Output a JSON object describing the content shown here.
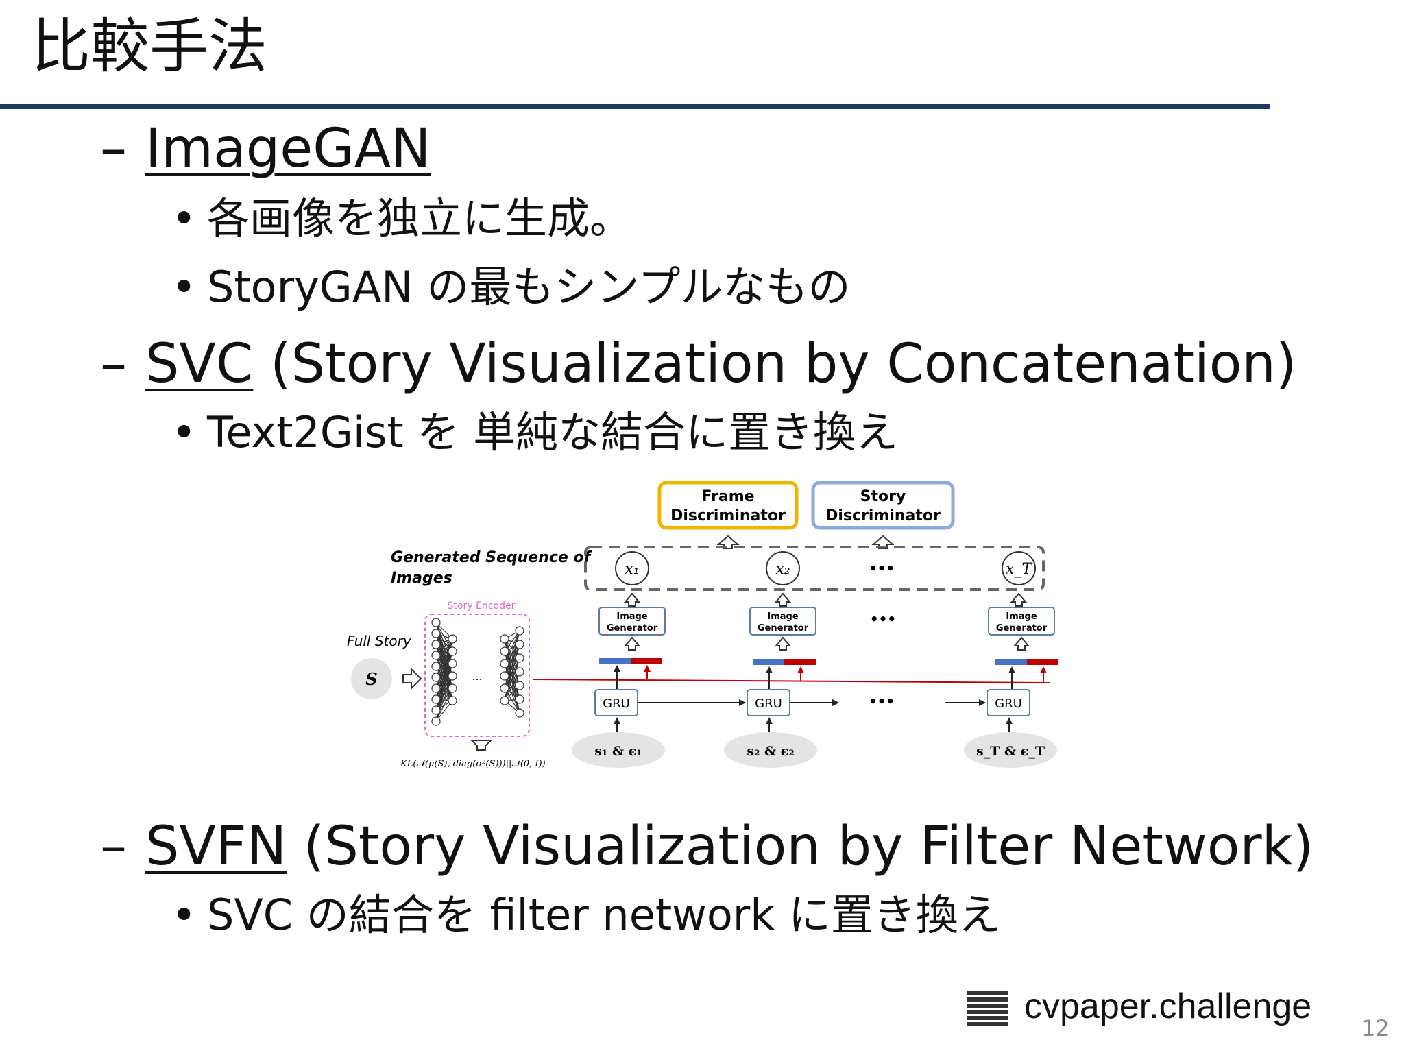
{
  "slide": {
    "title": "比較手法",
    "page_number": "12",
    "brand": "cvpaper.challenge"
  },
  "items": [
    {
      "dash": "–",
      "name": "ImageGAN",
      "rest": "",
      "bullets": [
        "各画像を独立に生成。",
        "StoryGAN の最もシンプルなもの"
      ]
    },
    {
      "dash": "–",
      "name": "SVC",
      "rest": " (Story Visualization by Concatenation)",
      "bullets": [
        "Text2Gist を 単純な結合に置き換え"
      ]
    },
    {
      "dash": "–",
      "name": "SVFN",
      "rest": " (Story Visualization by Filter Network)",
      "bullets": [
        "SVC の結合を filter network に置き換え"
      ]
    }
  ],
  "bullet_symbol": "•",
  "figure": {
    "frame_discriminator": [
      "Frame",
      "Discriminator"
    ],
    "story_discriminator": [
      "Story",
      "Discriminator"
    ],
    "generated_label": [
      "Generated Sequence of",
      "Images"
    ],
    "full_story_label": "Full Story",
    "full_story_symbol": "S",
    "story_encoder_label": "Story Encoder",
    "encoder_ellipsis": "...",
    "kl_label": "KL(𝒩(μ(S), diag(σ²(S)))||𝒩(0, I))",
    "ellipsis": "•••",
    "outputs": [
      "x₁",
      "x₂",
      "x_T"
    ],
    "generator_label": [
      "Image",
      "Generator"
    ],
    "gru_label": "GRU",
    "inputs": [
      "s₁ & ϵ₁",
      "s₂ & ϵ₂",
      "s_T & ϵ_T"
    ],
    "colors": {
      "frame_border": "#f0b400",
      "story_border": "#8eaadb",
      "vector_blue": "#4472c4",
      "vector_red": "#c00000",
      "encoder_border": "#e066cc",
      "node_box": "#5b7ba6",
      "input_fill": "#e4e4e4"
    }
  },
  "colors": {
    "title_rule": "#1f3864",
    "text": "#111111"
  }
}
